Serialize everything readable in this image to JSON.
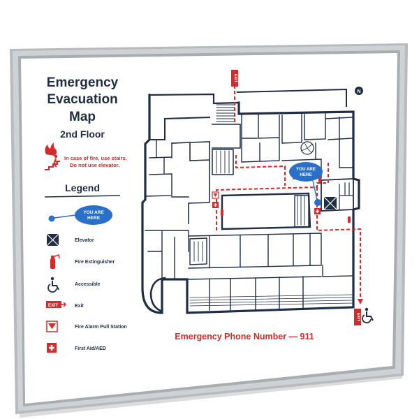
{
  "sign": {
    "title_line1": "Emergency",
    "title_line2": "Evacuation",
    "title_line3": "Map",
    "floor": "2nd Floor",
    "fire_notice_line1": "In case of fire, use stairs.",
    "fire_notice_line2": "Do not use elevator.",
    "emergency_phone": "Emergency Phone Number — 911"
  },
  "legend": {
    "heading": "Legend",
    "you_are_here_line1": "YOU ARE",
    "you_are_here_line2": "HERE",
    "items": [
      {
        "label": "Elevator",
        "icon": "elevator-icon"
      },
      {
        "label": "Fire Extinguisher",
        "icon": "fire-extinguisher-icon"
      },
      {
        "label": "Accessible",
        "icon": "accessible-icon"
      },
      {
        "label": "Exit",
        "icon": "exit-icon",
        "badge": "EXIT"
      },
      {
        "label": "Fire Alarm Pull Station",
        "icon": "fire-alarm-icon"
      },
      {
        "label": "First Aid/AED",
        "icon": "first-aid-icon"
      }
    ]
  },
  "map": {
    "you_are_here_line1": "YOU ARE",
    "you_are_here_line2": "HERE",
    "exit_label": "EXIT",
    "north_label": "N"
  },
  "colors": {
    "frame": "#b9bcc0",
    "navy": "#1f2d45",
    "red": "#d62b2b",
    "blue": "#2a70c9",
    "paper": "#ffffff"
  }
}
